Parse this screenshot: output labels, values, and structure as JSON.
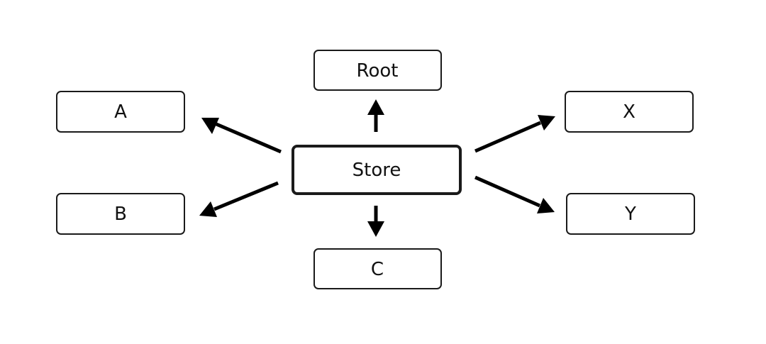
{
  "diagram": {
    "center": {
      "id": "store",
      "label": "Store"
    },
    "nodes": [
      {
        "id": "root",
        "label": "Root"
      },
      {
        "id": "a",
        "label": "A"
      },
      {
        "id": "b",
        "label": "B"
      },
      {
        "id": "c",
        "label": "C"
      },
      {
        "id": "x",
        "label": "X"
      },
      {
        "id": "y",
        "label": "Y"
      }
    ],
    "edges": [
      {
        "from": "store",
        "to": "root"
      },
      {
        "from": "store",
        "to": "a"
      },
      {
        "from": "store",
        "to": "b"
      },
      {
        "from": "store",
        "to": "c"
      },
      {
        "from": "store",
        "to": "x"
      },
      {
        "from": "store",
        "to": "y"
      }
    ]
  }
}
